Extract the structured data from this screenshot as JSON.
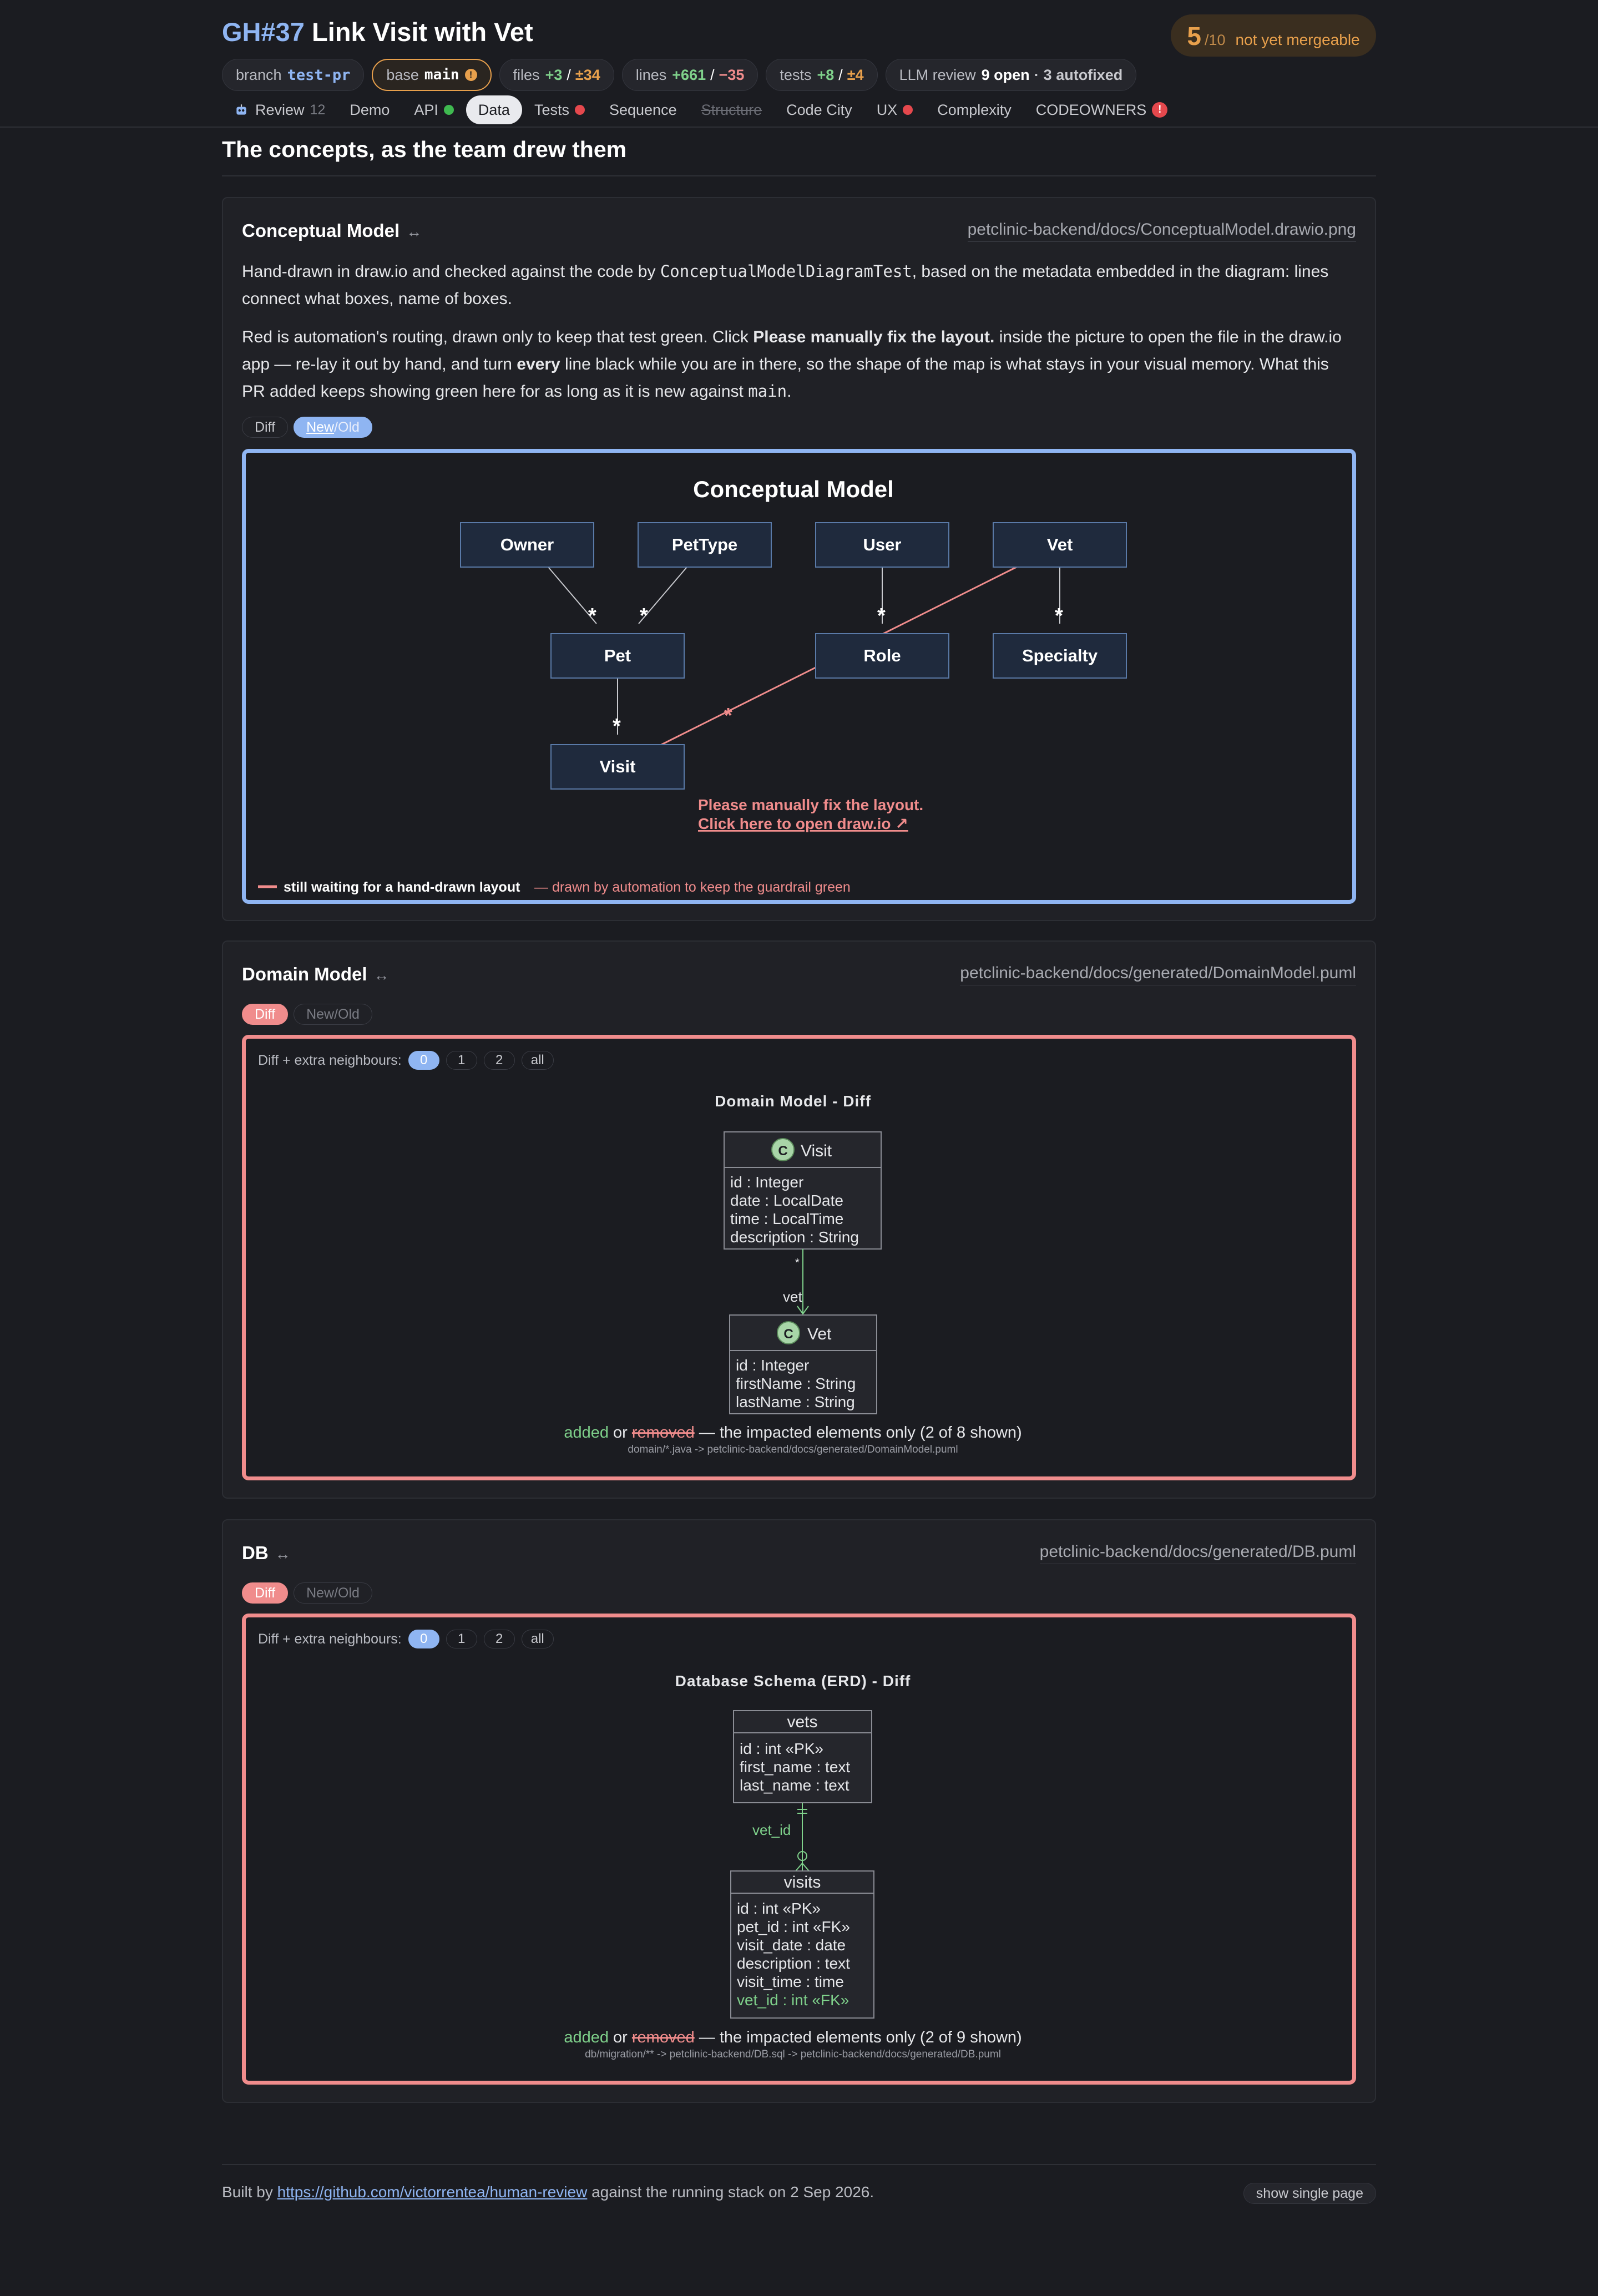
{
  "header": {
    "pr_number": "GH#37",
    "pr_title": "Link Visit with Vet",
    "score": "5",
    "score_of": "/10",
    "score_status": "not yet mergeable",
    "branch_label": "branch",
    "branch_value": "test-pr",
    "base_label": "base",
    "base_value": "main",
    "base_warning": "!",
    "files_label": "files",
    "files_added": "+3",
    "files_changed": "±34",
    "lines_label": "lines",
    "lines_added": "+661",
    "lines_removed": "−35",
    "tests_label": "tests",
    "tests_added": "+8",
    "tests_changed": "±4",
    "llm_label": "LLM review",
    "llm_open": "9 open",
    "llm_sep": "·",
    "llm_autofixed": "3 autofixed",
    "slash": "/"
  },
  "tabs": [
    {
      "label": "Review",
      "count": "12"
    },
    {
      "label": "Demo"
    },
    {
      "label": "API"
    },
    {
      "label": "Data"
    },
    {
      "label": "Tests"
    },
    {
      "label": "Sequence"
    },
    {
      "label": "Structure"
    },
    {
      "label": "Code City"
    },
    {
      "label": "UX"
    },
    {
      "label": "Complexity"
    },
    {
      "label": "CODEOWNERS",
      "badge": "!"
    }
  ],
  "section_title": "The concepts, as the team drew them",
  "conceptual": {
    "name": "Conceptual Model",
    "arrows": "↔",
    "path": "petclinic-backend/docs/ConceptualModel.drawio.png",
    "p1_a": "Hand-drawn in draw.io and checked against the code by ",
    "p1_code": "ConceptualModelDiagramTest",
    "p1_b": ", based on the metadata embedded in the diagram: lines connect what boxes, name of boxes.",
    "p2_a": "Red is automation's routing, drawn only to keep that test green. Click ",
    "p2_bold": "Please manually fix the layout.",
    "p2_b": " inside the picture to open the file in the draw.io app — re-lay it out by hand, and turn ",
    "p2_every": "every",
    "p2_c": " line black while you are in there, so the shape of the map is what stays in your visual memory. What this PR added keeps showing green here for as long as it is new against ",
    "p2_main": "main",
    "p2_d": ".",
    "toggle_diff": "Diff",
    "toggle_new": "New",
    "toggle_old": "/Old",
    "diagram_title": "Conceptual Model",
    "boxes": [
      "Owner",
      "PetType",
      "User",
      "Vet",
      "Pet",
      "Role",
      "Specialty",
      "Visit"
    ],
    "star": "*",
    "fix_text": "Please manually fix the layout.",
    "fix_link": "Click here to open draw.io ↗",
    "legend_bold": "still waiting for a hand-drawn layout",
    "legend_rest": "— drawn by automation to keep the guardrail green"
  },
  "domain": {
    "name": "Domain Model",
    "arrows": "↔",
    "path": "petclinic-backend/docs/generated/DomainModel.puml",
    "toggle_diff": "Diff",
    "toggle_newold": "New/Old",
    "neighbours_label": "Diff + extra neighbours:",
    "neighbours": [
      "0",
      "1",
      "2",
      "all"
    ],
    "diagram_title": "Domain Model - Diff",
    "class_icon": "C",
    "visit": {
      "name": "Visit",
      "fields": [
        "id : Integer",
        "date : LocalDate",
        "time : LocalTime",
        "description : String"
      ]
    },
    "vet": {
      "name": "Vet",
      "fields": [
        "id : Integer",
        "firstName : String",
        "lastName : String"
      ]
    },
    "rel_label": "vet",
    "rel_mult": "*",
    "legend_added": "added",
    "legend_or": "or",
    "legend_removed": "removed",
    "legend_rest": "— the impacted elements only (2 of 8 shown)",
    "source": "domain/*.java -> petclinic-backend/docs/generated/DomainModel.puml"
  },
  "db": {
    "name": "DB",
    "arrows": "↔",
    "path": "petclinic-backend/docs/generated/DB.puml",
    "toggle_diff": "Diff",
    "toggle_newold": "New/Old",
    "neighbours_label": "Diff + extra neighbours:",
    "neighbours": [
      "0",
      "1",
      "2",
      "all"
    ],
    "diagram_title": "Database Schema (ERD) - Diff",
    "vets": {
      "name": "vets",
      "fields": [
        "id : int «PK»",
        "first_name : text",
        "last_name : text"
      ]
    },
    "visits": {
      "name": "visits",
      "fields": [
        "id : int «PK»",
        "pet_id : int «FK»",
        "visit_date : date",
        "description : text",
        "visit_time : time"
      ],
      "added_field": "vet_id : int «FK»"
    },
    "rel_label": "vet_id",
    "legend_added": "added",
    "legend_or": "or",
    "legend_removed": "removed",
    "legend_rest": "— the impacted elements only (2 of 9 shown)",
    "source": "db/migration/** -> petclinic-backend/DB.sql -> petclinic-backend/docs/generated/DB.puml"
  },
  "footer": {
    "built_by": "Built by",
    "link": "https://github.com/victorrentea/human-review",
    "rest": "against the running stack on 2 Sep 2026.",
    "single_page": "show single page"
  },
  "colors": {
    "accent_blue": "#8fb5f2",
    "added_green": "#7fd18b",
    "removed_red": "#f08c8c",
    "warning_orange": "#e8a04c"
  }
}
